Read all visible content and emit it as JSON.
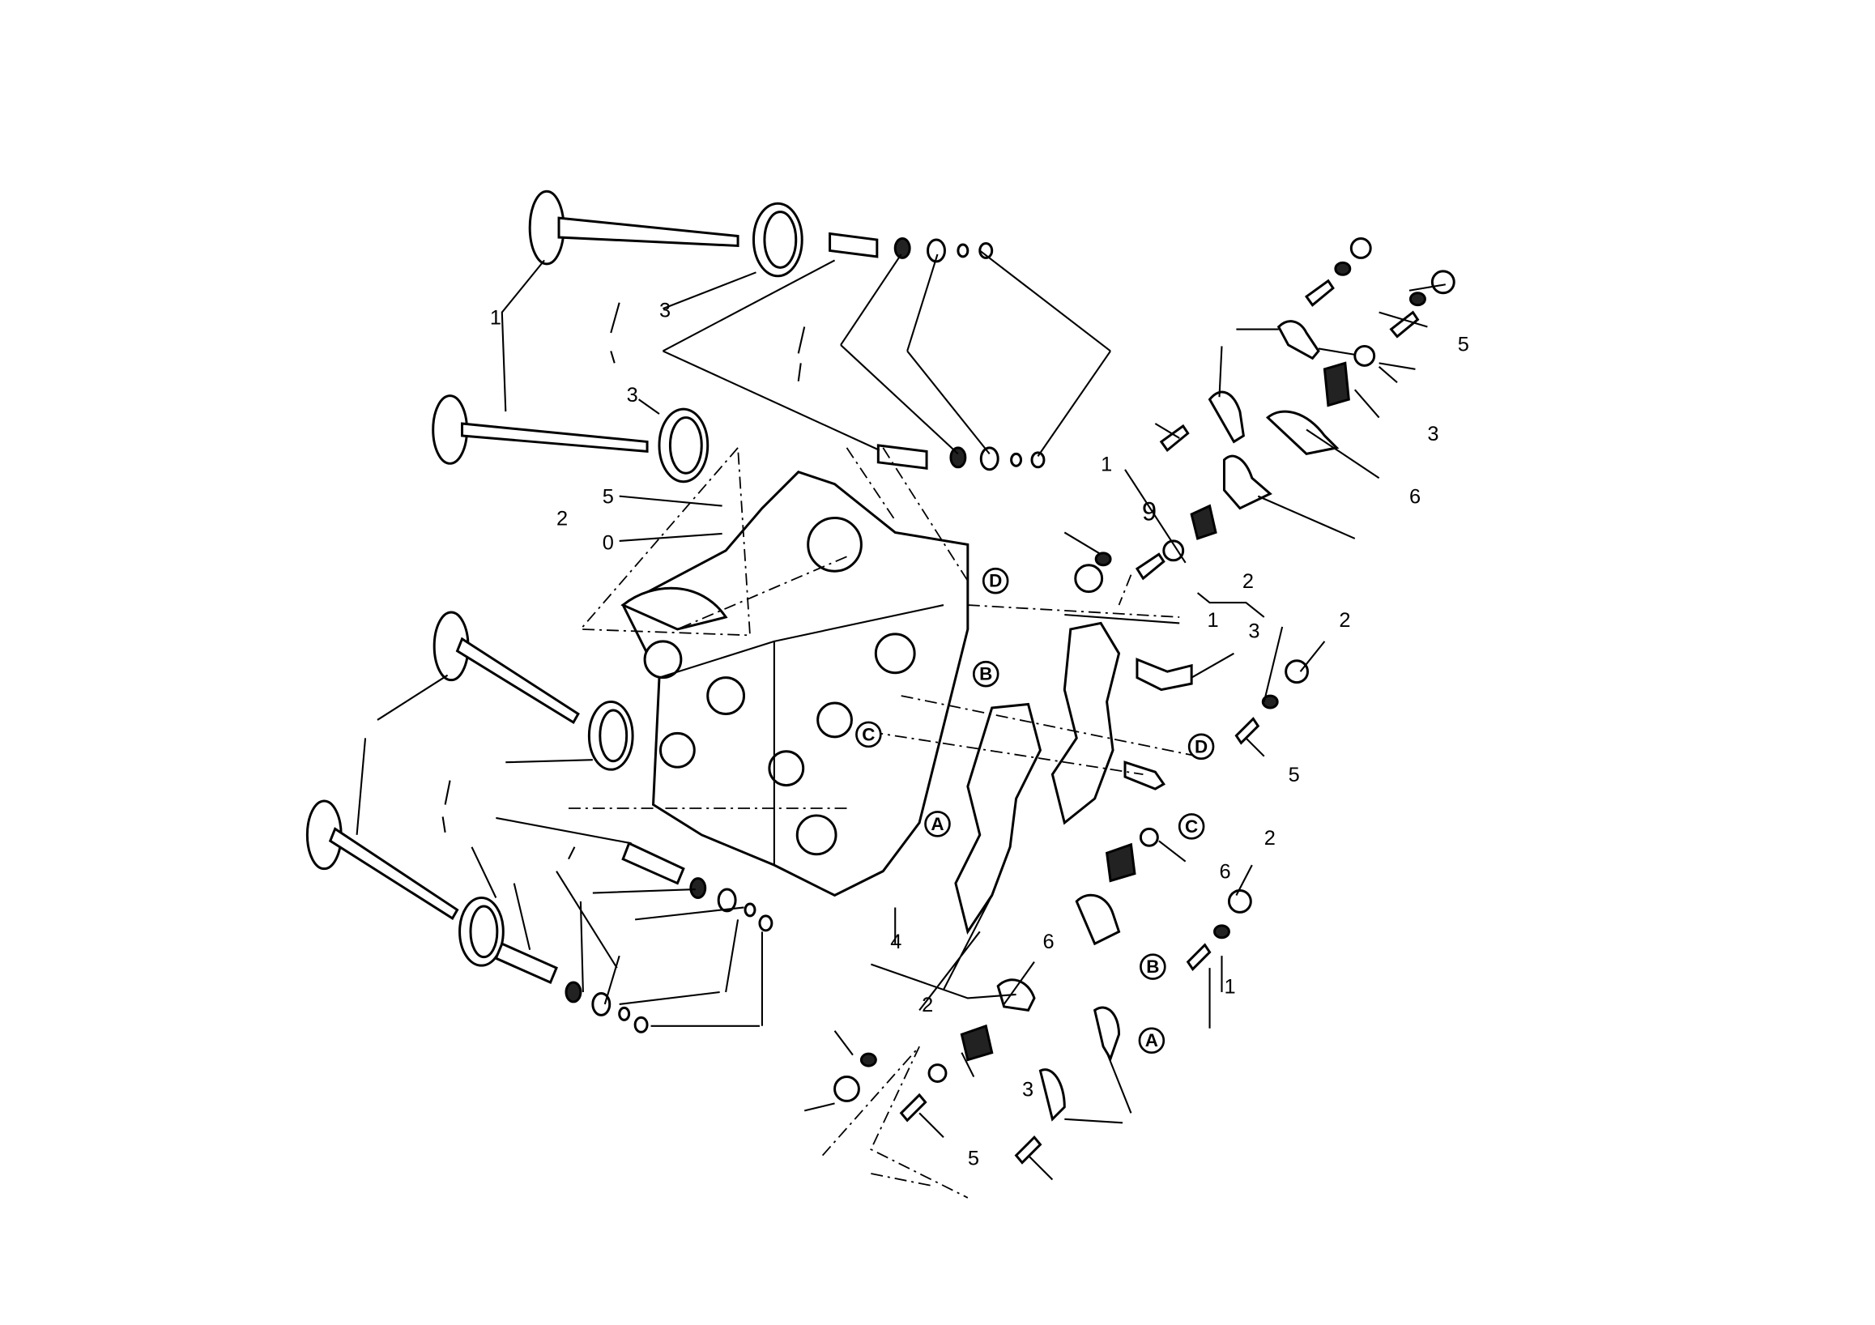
{
  "diagram": {
    "callouts": [
      "D",
      "B",
      "C",
      "A",
      "D",
      "C",
      "B",
      "A"
    ],
    "labels": [
      "1",
      "3",
      "3",
      "5",
      "0",
      "2",
      "5",
      "3",
      "6",
      "2",
      "1",
      "3",
      "2",
      "5",
      "2",
      "6",
      "1",
      "6",
      "3",
      "5",
      "2",
      "4",
      "1"
    ],
    "special_label": "9"
  }
}
